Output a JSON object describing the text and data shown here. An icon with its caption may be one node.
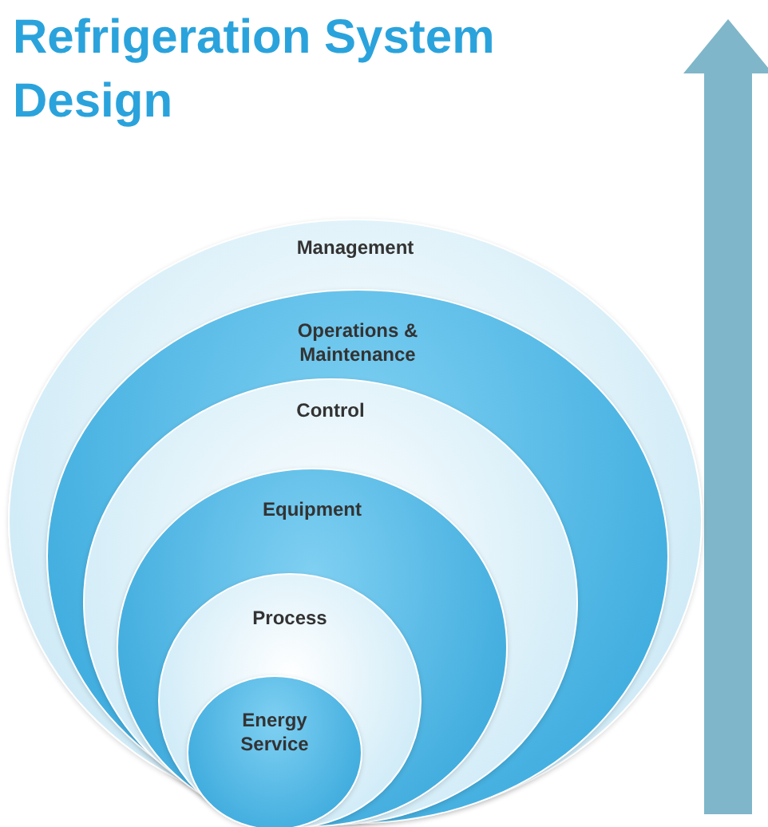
{
  "diagram": {
    "title": "Refrigeration System Design",
    "nodes": [
      {
        "text": [
          "Management"
        ]
      },
      {
        "text": [
          "Operations & Maintenance"
        ],
        "in": 0
      },
      {
        "text": [
          "Control"
        ],
        "in": 1
      },
      {
        "text": [
          "Equipment"
        ],
        "in": 2
      },
      {
        "text": [
          "Process"
        ],
        "in": 3
      },
      {
        "text": [
          "Energy Service"
        ],
        "in": 4
      }
    ],
    "edges": []
  }
}
